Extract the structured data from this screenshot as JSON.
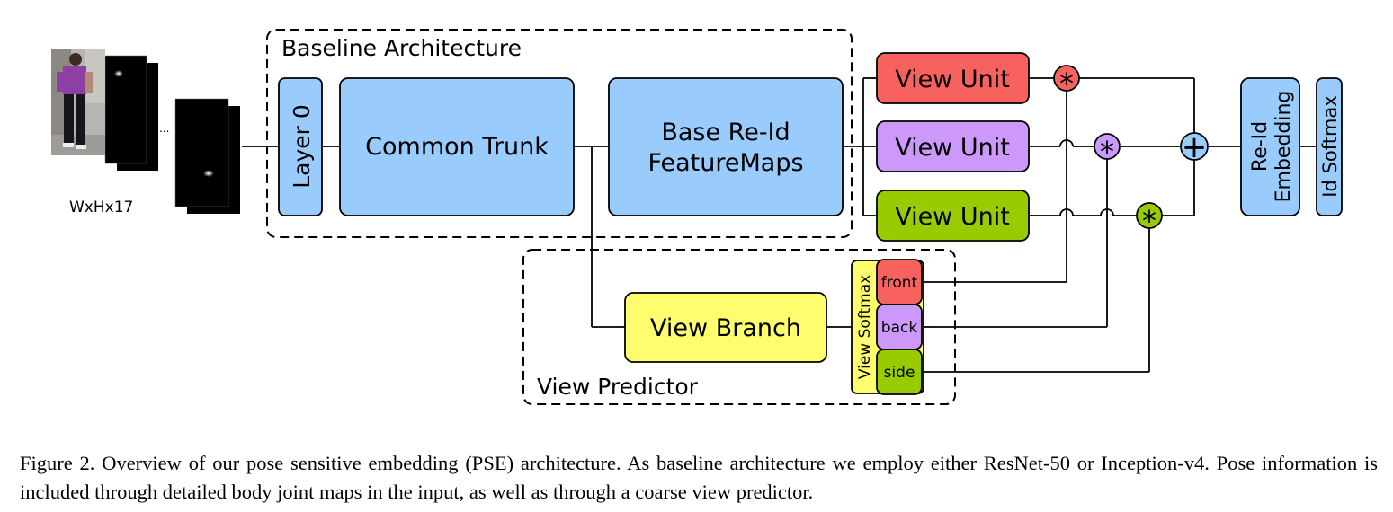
{
  "input": {
    "dims_label": "WxHx17",
    "ellipsis": "..."
  },
  "baseline": {
    "title": "Baseline Architecture",
    "layer0": "Layer 0",
    "trunk": "Common Trunk",
    "feature_maps_line1": "Base Re-Id",
    "feature_maps_line2": "FeatureMaps"
  },
  "view_units": [
    "View Unit",
    "View Unit",
    "View Unit"
  ],
  "view_predictor": {
    "title": "View Predictor",
    "branch": "View Branch",
    "softmax": "View Softmax",
    "views": [
      "front",
      "back",
      "side"
    ]
  },
  "operators": {
    "multiply": "*",
    "sum": "+"
  },
  "output": {
    "embedding_line1": "Re-Id",
    "embedding_line2": "Embedding",
    "id_softmax": "Id Softmax"
  },
  "caption": "Figure 2. Overview of our pose sensitive embedding (PSE) architecture. As baseline architecture we employ either ResNet-50 or Inception-v4. Pose information is included through detailed body joint maps in the input, as well as through a coarse view predictor.",
  "colors": {
    "blue": "#99cbfd",
    "red": "#f7625f",
    "purple": "#cc99fb",
    "green": "#99cc00",
    "yellow": "#fdfd6d"
  }
}
